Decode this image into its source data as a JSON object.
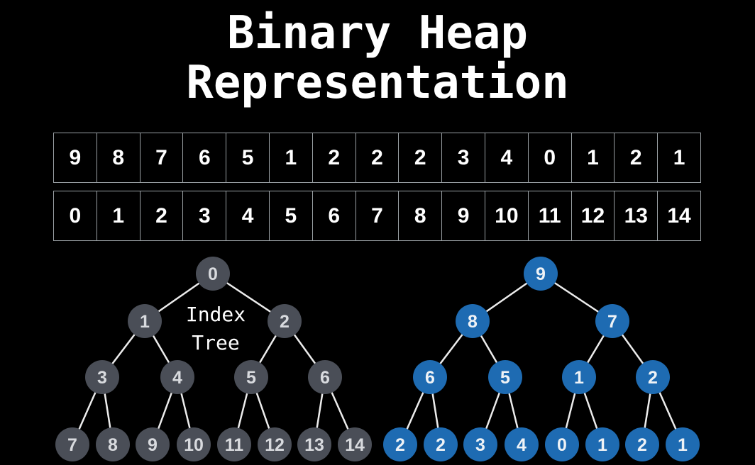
{
  "title": "Binary Heap Representation",
  "array": {
    "values": [
      9,
      8,
      7,
      6,
      5,
      1,
      2,
      2,
      2,
      3,
      4,
      0,
      1,
      2,
      1
    ],
    "indices": [
      0,
      1,
      2,
      3,
      4,
      5,
      6,
      7,
      8,
      9,
      10,
      11,
      12,
      13,
      14
    ]
  },
  "trees": {
    "index_tree": {
      "label": "Index Tree",
      "values": [
        0,
        1,
        2,
        3,
        4,
        5,
        6,
        7,
        8,
        9,
        10,
        11,
        12,
        13,
        14
      ]
    },
    "heap_tree": {
      "values": [
        9,
        8,
        7,
        6,
        5,
        1,
        2,
        2,
        2,
        3,
        4,
        0,
        1,
        2,
        1
      ]
    }
  },
  "colors": {
    "background": "#000000",
    "title_text": "#ffffff",
    "array_border": "#9aa0a4",
    "array_text": "#ffffff",
    "edge": "#ececec",
    "index_node_fill": "#4a4e57",
    "index_node_text": "#d8dade",
    "heap_node_fill": "#1e6bb2",
    "heap_node_text": "#eef2f6",
    "tree_label_text": "#ffffff"
  }
}
